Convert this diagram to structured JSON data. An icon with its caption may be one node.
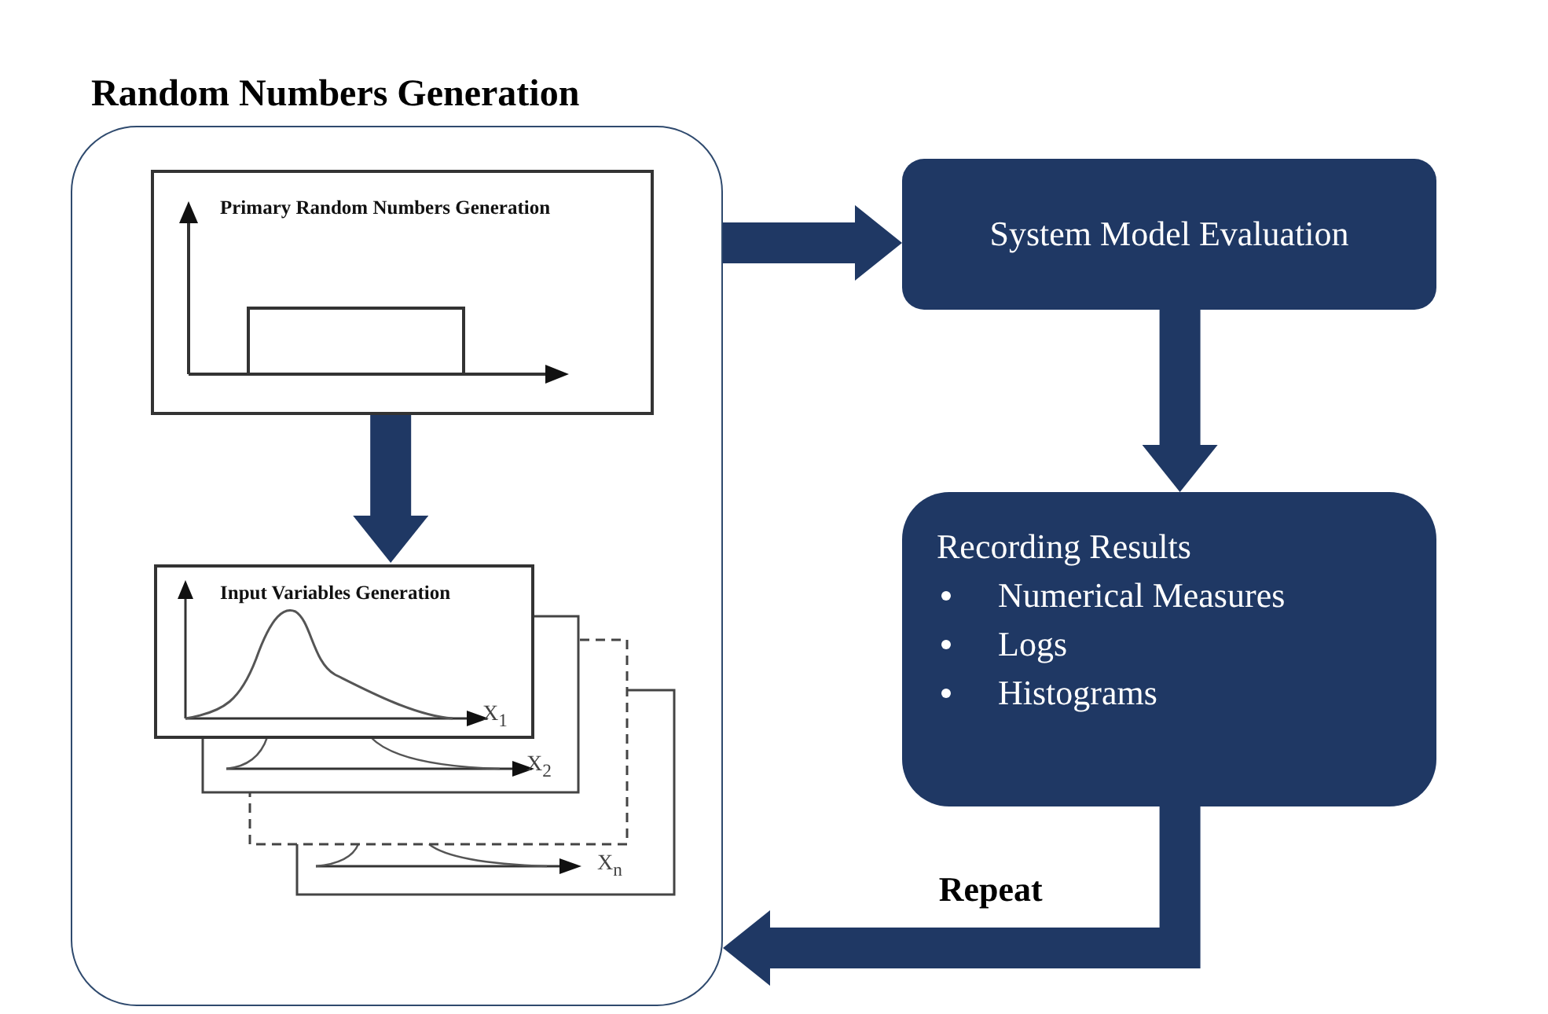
{
  "diagram": {
    "nodes": [
      {
        "text": [
          "Random Numbers Generation"
        ]
      },
      {
        "text": [
          "Primary Random Numbers Generation"
        ],
        "in": 0
      },
      {
        "text": [
          "Input Variables Generation"
        ],
        "in": 0
      },
      {
        "text": [
          "System Model Evaluation"
        ]
      },
      {
        "text": [
          "Recording Results",
          "Numerical Measures",
          "Logs",
          "Histograms"
        ]
      }
    ],
    "edges": [
      {
        "from": 1,
        "to": 2,
        "arrow": "to"
      },
      {
        "from": 0,
        "to": 3,
        "arrow": "to"
      },
      {
        "from": 3,
        "to": 4,
        "arrow": "to"
      },
      {
        "from": 4,
        "to": 0,
        "arrow": "to",
        "label": "Repeat"
      }
    ],
    "labels": [
      "X$_{1}$",
      "X$_{2}$",
      "X$_{n}$"
    ]
  }
}
